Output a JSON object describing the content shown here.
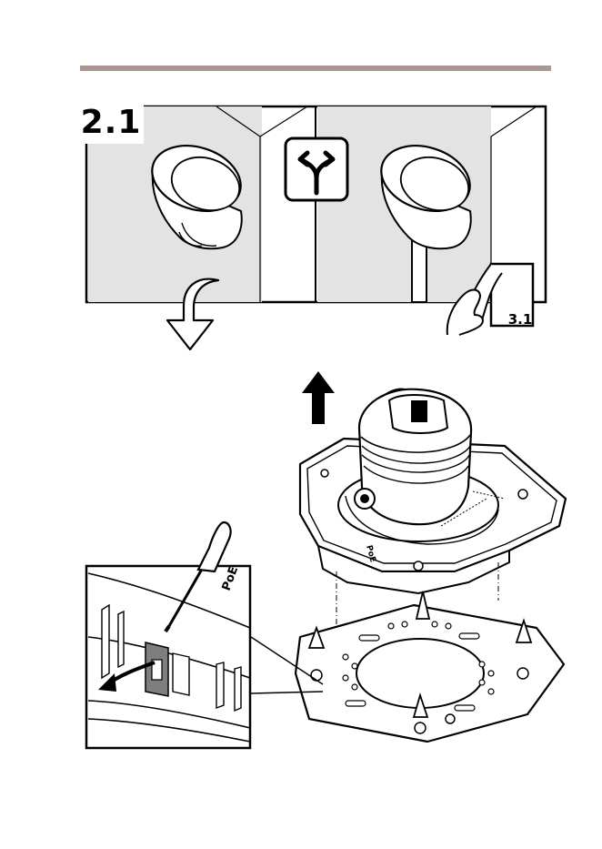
{
  "step": {
    "number": "2.1",
    "next_step_ref": "3.1"
  },
  "labels": {
    "poe_marking": "PoE"
  },
  "icons": {
    "choice": "split-arrow-icon",
    "continue": "down-arrow-outline-icon",
    "lift": "up-arrow-icon",
    "page_turn": "page-turn-hand-icon",
    "tool": "screwdriver-icon"
  },
  "colors": {
    "rule": "#a89890",
    "ceiling_panel": "#e3e3e3",
    "highlight": "#7e7e7e",
    "line": "#000000"
  }
}
